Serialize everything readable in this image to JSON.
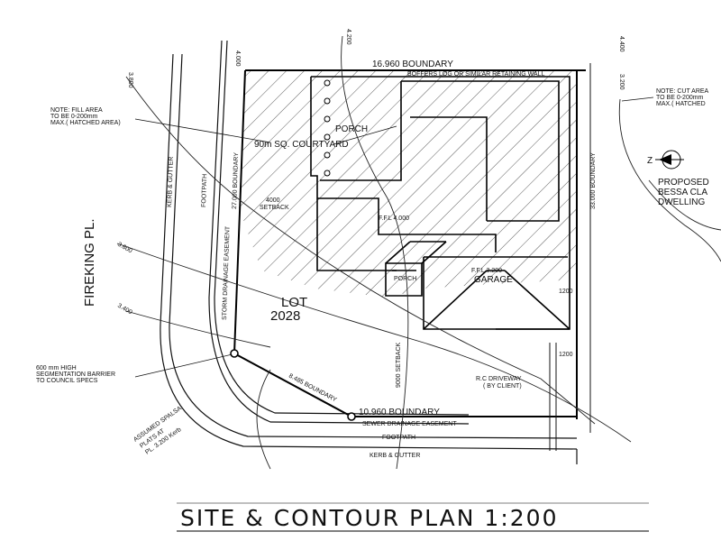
{
  "street": "FIREKING PL.",
  "title": "SITE & CONTOUR PLAN 1:200",
  "lot": {
    "label": "LOT",
    "number": "2028"
  },
  "boundaries": {
    "north": "16.960 BOUNDARY",
    "west": "27.000 BOUNDARY",
    "east": "33.000 BOUNDARY",
    "south": "10.960 BOUNDARY",
    "corner": "8.485 BOUNDARY"
  },
  "retaining_wall": "BOFFERS LOG OR SIMILAR RETAINING WALL",
  "notes": {
    "fill_area": [
      "NOTE: FILL AREA",
      "TO BE 0-200mm",
      "MAX.( HATCHED AREA)"
    ],
    "cut_area": [
      "NOTE: CUT AREA",
      "TO BE 0-200mm",
      "MAX.( HATCHED"
    ],
    "barrier": [
      "600 mm HIGH",
      "SEGMENTATION BARRIER",
      "TO COUNCIL SPECS"
    ],
    "proposed": [
      "PROPOSED",
      "BESSA CLA",
      "DWELLING"
    ]
  },
  "rooms": {
    "porch_top": "PORCH",
    "courtyard": "90m SQ. COURTYARD",
    "garage": "GARAGE",
    "porch_small": "PORCH"
  },
  "levels": {
    "ffl_house": "F.F.L 4.000",
    "ffl_garage": "F.F.L 3.200"
  },
  "setbacks": {
    "side": "4000",
    "side_word": "SETBACK",
    "front": "9000 SETBACK"
  },
  "easements": {
    "storm": "STORM DRAINAGE EASEMENT",
    "sewer": "SEWER DRAINAGE EASEMENT"
  },
  "driveway": [
    "R.C DRIVEWAY",
    "( BY CLIENT)"
  ],
  "footpath_labels": [
    "FOOTPATH",
    "FOOTPATH"
  ],
  "kerb_labels": [
    "KERB & GUTTER",
    "KERB & GUTTER"
  ],
  "dims": {
    "d1200a": "1200",
    "d1200b": "1200"
  },
  "contours": [
    "4.000",
    "4.200",
    "3.800",
    "4.400",
    "3.600",
    "3.400",
    "3.200"
  ],
  "signage": [
    "ASSUMED SPALSA",
    "PLATS AT",
    "PL. 3.200 Kerb"
  ],
  "north_arrow": "Z"
}
